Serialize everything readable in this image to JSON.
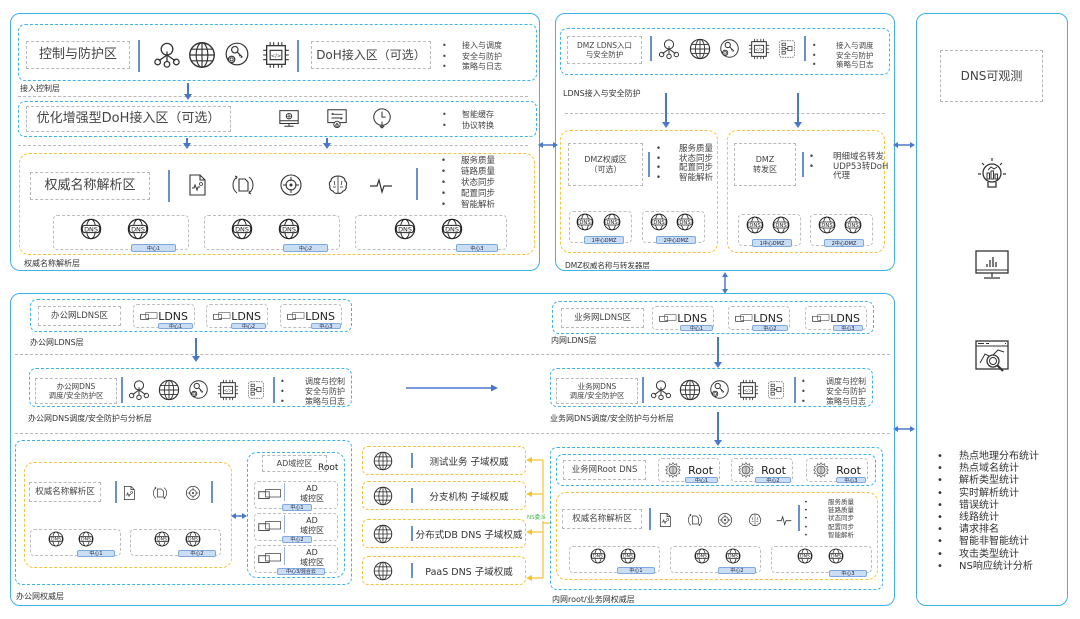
{
  "access_control_layer": {
    "layer_label": "接入控制层",
    "control_zone": {
      "label": "控制与防护区",
      "icons": [
        "distribution-icon",
        "globe-icon",
        "key-icon",
        "chip-icon"
      ]
    },
    "doh_zone": {
      "label": "DoH接入区（可选）",
      "bullets": [
        "接入与调度",
        "安全与防护",
        "策略与日志"
      ]
    },
    "enhanced_doh_zone": {
      "label": "优化增强型DoH接入区（可选）",
      "icons": [
        "monitor-globe-icon",
        "transfer-icon",
        "clock-download-icon"
      ],
      "bullets": [
        "智能缓存",
        "协议转换"
      ]
    }
  },
  "authoritative_layer": {
    "layer_label": "权威名称解析层",
    "zone_label": "权威名称解析区",
    "icons": [
      "document-pulse-icon",
      "document-refresh-icon",
      "target-icon",
      "brain-icon",
      "heartbeat-icon"
    ],
    "bullets": [
      "服务质量",
      "链路质量",
      "状态同步",
      "配置同步",
      "智能解析"
    ],
    "centers": [
      {
        "tag": "中心1",
        "servers": [
          "DNS",
          "DNS"
        ]
      },
      {
        "tag": "中心2",
        "servers": [
          "DNS",
          "DNS"
        ]
      },
      {
        "tag": "中心3",
        "servers": [
          "DNS",
          "DNS"
        ]
      }
    ]
  },
  "ldns_access_layer": {
    "layer_label": "LDNS接入与安全防护",
    "zone_label": "DMZ LDNS入口\n与安全防护",
    "bullets": [
      "接入与调度",
      "安全与防护",
      "策略与日志"
    ]
  },
  "dmz_layer": {
    "layer_label": "DMZ权威名称与转发器层",
    "auth_zone": {
      "label": "DMZ权威区\n（可选）",
      "bullets": [
        "服务质量",
        "状态同步",
        "配置同步",
        "智能解析"
      ],
      "centers": [
        {
          "tag": "1中心DMZ"
        },
        {
          "tag": "2中心DMZ"
        }
      ]
    },
    "forward_zone": {
      "label": "DMZ\n转发区",
      "bullets": [
        "明细域名转发",
        "UDP53转DoH\n代理"
      ],
      "centers": [
        {
          "tag": "1中心DMZ"
        },
        {
          "tag": "2中心DMZ"
        }
      ]
    }
  },
  "observability": {
    "title": "DNS可观测",
    "icons": [
      "lightbulb-chart-icon",
      "monitor-chart-icon",
      "analytics-search-icon"
    ],
    "items": [
      "热点地理分布统计",
      "热点域名统计",
      "解析类型统计",
      "实时解析统计",
      "错误统计",
      "线路统计",
      "请求排名",
      "智能非智能统计",
      "攻击类型统计",
      "NS响应统计分析"
    ]
  },
  "office_ldns_layer": {
    "layer_label": "办公网LDNS层",
    "zone_label": "办公网LDNS区",
    "cells": [
      {
        "text": "LDNS",
        "tag": "中心1"
      },
      {
        "text": "LDNS",
        "tag": "中心2"
      },
      {
        "text": "LDNS",
        "tag": "中心3"
      }
    ]
  },
  "office_dns_sched_layer": {
    "layer_label": "办公网DNS调度/安全防护与分析层",
    "zone_label": "办公网DNS\n调度/安全防护区",
    "bullets": [
      "调度与控制",
      "安全与防护",
      "策略与日志"
    ]
  },
  "biz_ldns_layer": {
    "layer_label": "内网LDNS层",
    "zone_label": "业务网LDNS区",
    "cells": [
      {
        "text": "LDNS",
        "tag": "中心1"
      },
      {
        "text": "LDNS",
        "tag": "中心2"
      },
      {
        "text": "LDNS",
        "tag": "中心3"
      }
    ]
  },
  "biz_dns_sched_layer": {
    "layer_label": "业务网DNS调度/安全防护与分析层",
    "zone_label": "业务网DNS\n调度/安全防护区",
    "bullets": [
      "调度与控制",
      "安全与防护",
      "策略与日志"
    ]
  },
  "office_auth_layer": {
    "layer_label": "办公网权威层",
    "zone_label": "权威名称解析区",
    "centers": [
      {
        "tag": "中心1"
      },
      {
        "tag": "中心2"
      }
    ],
    "ad_zone": {
      "label": "AD域控区",
      "root_label": "Root",
      "cells": [
        {
          "text": "AD\n域控区",
          "tag": "中心1"
        },
        {
          "text": "AD\n域控区",
          "tag": "中心2"
        },
        {
          "text": "AD\n域控区",
          "tag": "中心3/混合云"
        }
      ]
    }
  },
  "subdomains": {
    "ns_label": "NS委派",
    "items": [
      "测试业务 子域权威",
      "分支机构 子域权威",
      "分布式DB DNS 子域权威",
      "PaaS DNS 子域权威"
    ]
  },
  "biz_root_layer": {
    "layer_label": "内网root/业务网权威层",
    "root_zone": {
      "label": "业务网Root DNS",
      "cells": [
        {
          "text": "Root",
          "tag": "中心1"
        },
        {
          "text": "Root",
          "tag": "中心2"
        },
        {
          "text": "Root",
          "tag": "中心3"
        }
      ]
    },
    "auth_zone": {
      "label": "权威名称解析区",
      "bullets": [
        "服务质量",
        "链路质量",
        "状态同步",
        "配置同步",
        "智能解析"
      ],
      "centers": [
        {
          "tag": "中心1"
        },
        {
          "tag": "中心2"
        },
        {
          "tag": "中心3"
        }
      ]
    }
  },
  "colors": {
    "panel_border": "#3db3ea",
    "yellow_zone": "#f5c336",
    "arrow": "#4a78c8",
    "tag_fill": "#c9ddf3",
    "ns_label": "#3cb44b"
  }
}
